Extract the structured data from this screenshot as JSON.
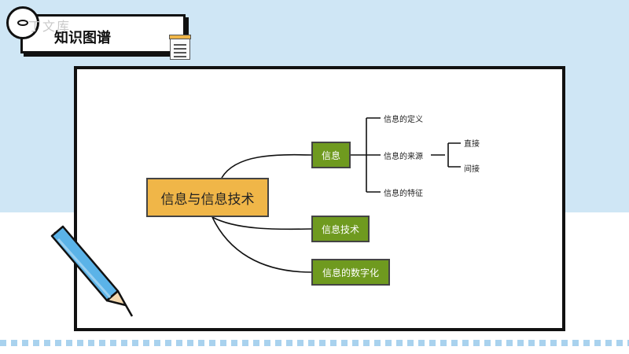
{
  "header": {
    "title": "知识图谱",
    "watermark": "丁文库",
    "doc_icon": "document-icon",
    "circle_icon": "eye-icon"
  },
  "mindmap": {
    "root": "信息与信息技术",
    "branches": [
      {
        "label": "信息",
        "children": [
          "信息的定义",
          "信息的来源",
          "信息的特征"
        ]
      },
      {
        "label": "信息技术"
      },
      {
        "label": "信息的数字化"
      }
    ],
    "source_children": [
      "直接",
      "间接"
    ]
  },
  "decor": {
    "pencil_icon": "pencil-icon",
    "colors": {
      "sky": "#cfe6f5",
      "root_fill": "#f0b648",
      "branch_fill": "#6f9a1f",
      "pencil_blue": "#5bb3e8"
    }
  }
}
